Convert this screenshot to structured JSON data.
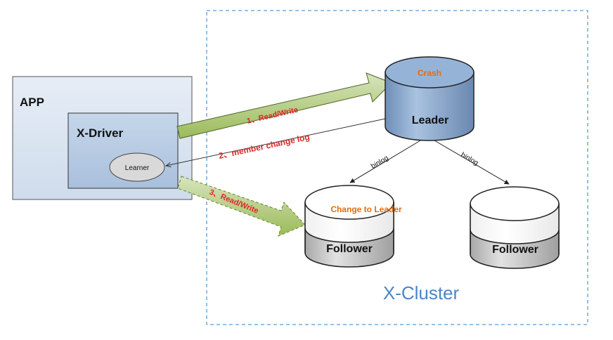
{
  "app": {
    "title": "APP"
  },
  "driver": {
    "title": "X-Driver",
    "learner": "Learner"
  },
  "cluster": {
    "title": "X-Cluster",
    "leader": {
      "label": "Leader",
      "status": "Crash"
    },
    "follower_left": {
      "label": "Follower",
      "status": "Change to Leader"
    },
    "follower_right": {
      "label": "Follower"
    }
  },
  "edges": {
    "read_write_1": "1、Read/Write",
    "member_change_log": "2、member change log",
    "read_write_3": "3、Read/Write",
    "binlog_left": "binlog",
    "binlog_right": "binlog"
  },
  "colors": {
    "app_fill": "#dce6f2",
    "driver_fill": "#b9cde5",
    "leader_fill": "#95b3d7",
    "follower_fill": "#d9d9d9",
    "cluster_border": "#5b9bd5",
    "cluster_title": "#4a86c8",
    "status_text": "#e46c0a",
    "arrow_text": "#e0262a",
    "arrow_fill": "#c3d69b"
  }
}
